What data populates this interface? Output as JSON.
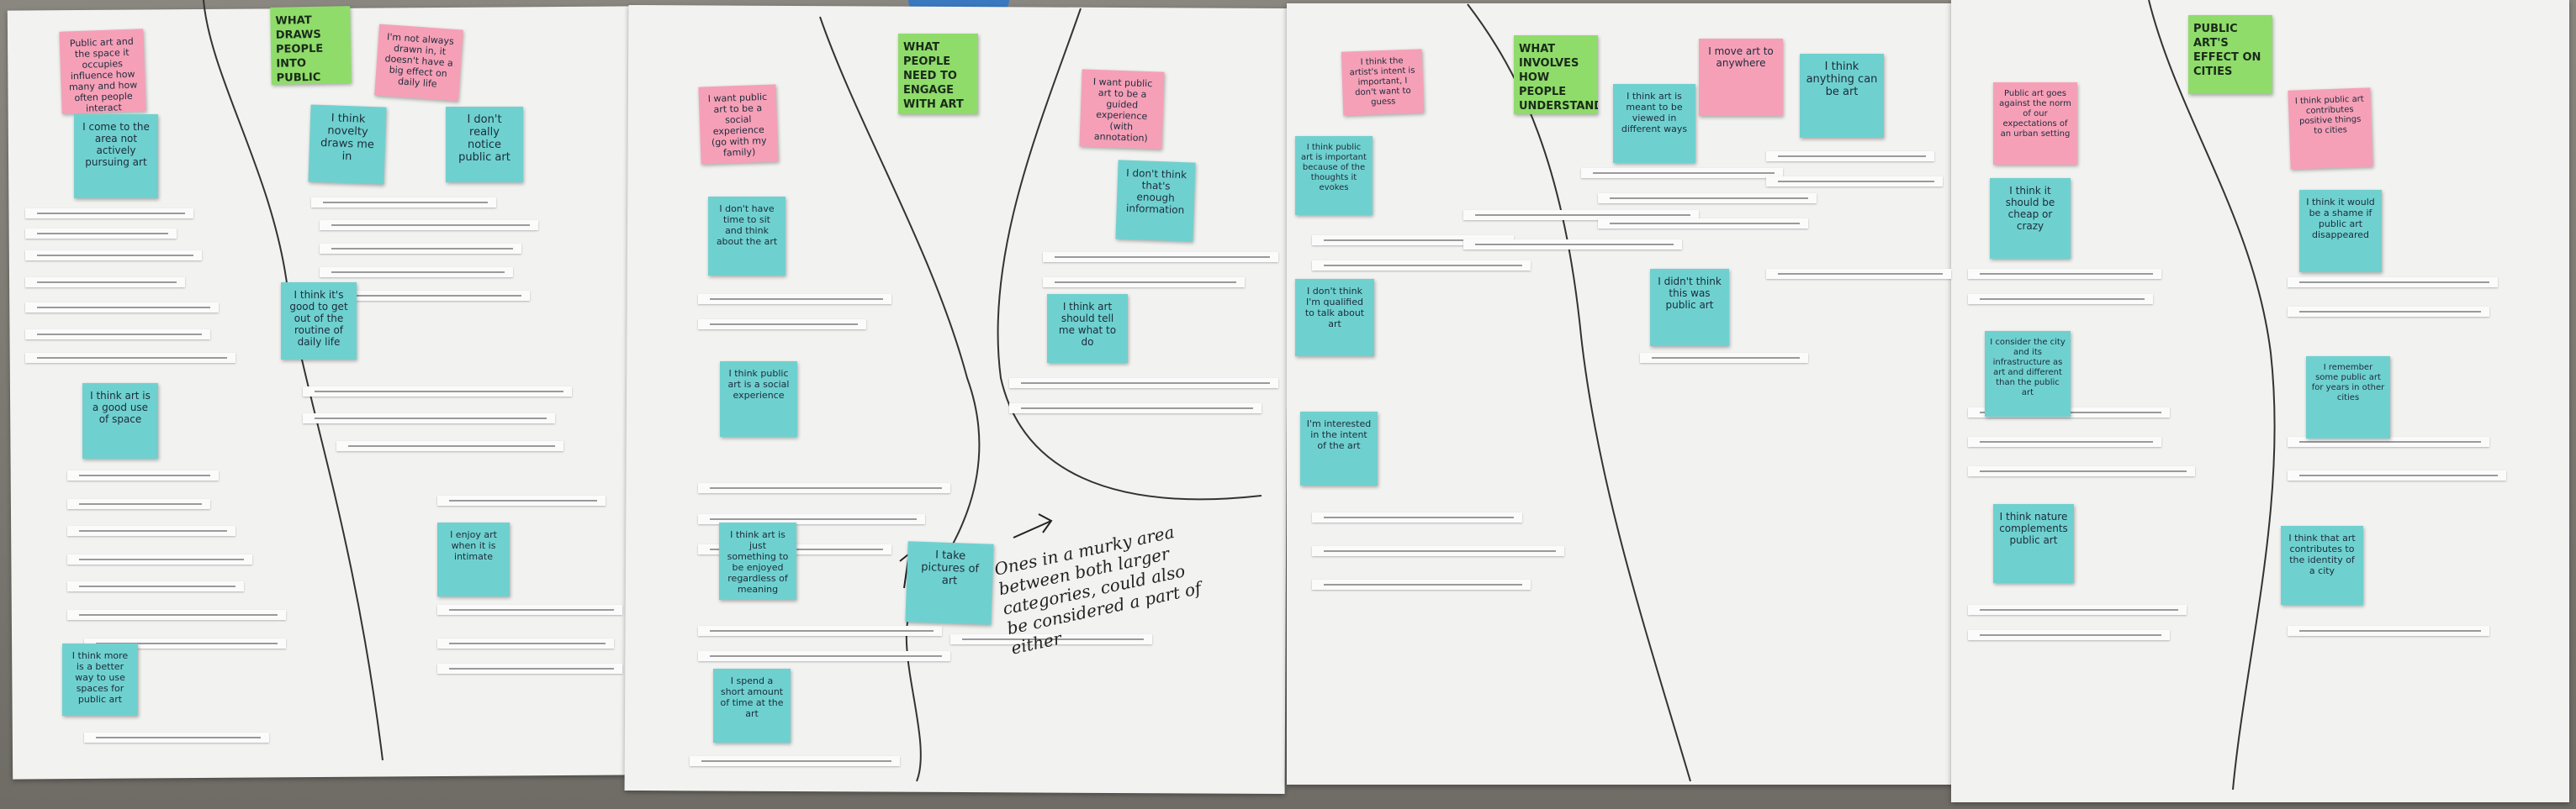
{
  "poster1": {
    "question": "WHAT DRAWS PEOPLE INTO PUBLIC ART",
    "notes": [
      "Public art and the space it occupies influence how many and how often people interact",
      "I'm not always drawn in, it doesn't have a big effect on daily life",
      "I come to the area not actively pursuing art",
      "I think novelty draws me in",
      "I don't really notice public art",
      "I think it's good to get out of the routine of daily life",
      "I think art is a good use of space",
      "I enjoy art when it is intimate",
      "I think more is a better way to use spaces for public art"
    ]
  },
  "poster2": {
    "question": "WHAT PEOPLE NEED TO ENGAGE WITH ART",
    "notes": [
      "I want public art to be a social experience (go with my family)",
      "I want public art to be a guided experience (with annotation)",
      "I don't have time to sit and think about the art",
      "I don't think that's enough information",
      "I think public art is a social experience",
      "I think art should tell me what to do",
      "I think art is just something to be enjoyed regardless of meaning",
      "I take pictures of art",
      "I spend a short amount of time at the art"
    ],
    "annotation": "Ones in a murky area between both larger categories, could also be considered a part of either"
  },
  "poster3": {
    "question": "WHAT INVOLVES HOW PEOPLE UNDERSTAND ART",
    "notes": [
      "I think the artist's intent is important, I don't want to guess",
      "I move art to anywhere",
      "I think public art is important because of the thoughts it evokes",
      "I think art is meant to be viewed in different ways",
      "I think anything can be art",
      "I don't think I'm qualified to talk about art",
      "I didn't think this was public art",
      "I'm interested in the intent of the art"
    ]
  },
  "poster4": {
    "question": "PUBLIC ART'S EFFECT ON CITIES",
    "notes": [
      "Public art goes against the norm of our expectations of an urban setting",
      "I think public art contributes positive things to cities",
      "I think it should be cheap or crazy",
      "I think it would be a shame if public art disappeared",
      "I consider the city and its infrastructure as art and different than the public art",
      "I remember some public art for years in other cities",
      "I think nature complements public art",
      "I think that art contributes to the identity of a city"
    ]
  }
}
